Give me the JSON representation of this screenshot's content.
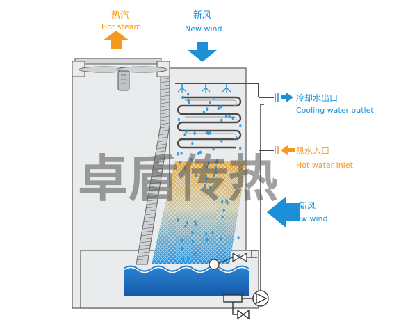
{
  "labels": {
    "hot_steam_cn": "热汽",
    "hot_steam_en": "Hot steam",
    "new_wind_top_cn": "新风",
    "new_wind_top_en": "New wind",
    "cooling_outlet_cn": "冷却水出口",
    "cooling_outlet_en": "Cooling water outlet",
    "hot_inlet_cn": "热水入口",
    "hot_inlet_en": "Hot water inlet",
    "new_wind_side_cn": "新风",
    "new_wind_side_en": "New wind",
    "watermark": "卓盾传热"
  },
  "colors": {
    "orange": "#f39a1e",
    "blue": "#1c8fd8",
    "tower_fill": "#e9ebec",
    "tower_stroke": "#5a5a5a",
    "water": "#1f78c8",
    "watermark": "#555555"
  }
}
